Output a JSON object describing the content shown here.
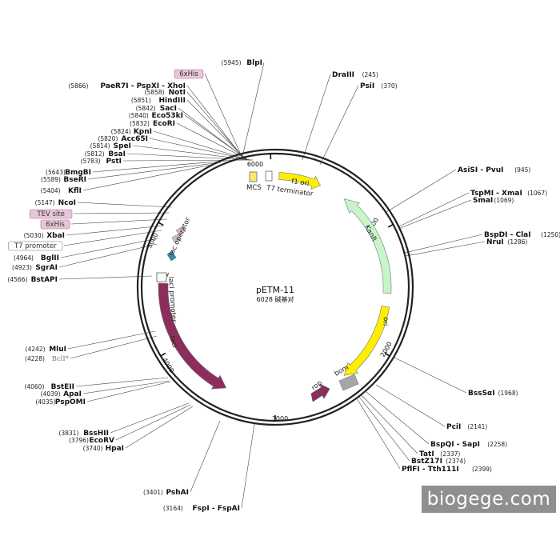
{
  "plasmid": {
    "name": "pETM-11",
    "size_label": "6028 碱基对"
  },
  "colors": {
    "backbone": "#222222",
    "f1_ori": "#ffee00",
    "ori": "#ffee00",
    "kanR": "#c8f5c8",
    "lacI": "#8c2e5c",
    "rop": "#8c2e5c",
    "bom": "#a6a6a6",
    "lac_operator": "#2e8fa0",
    "mcs": "#ffe870",
    "tag_bg": "#e7c6d8",
    "tag_border": "#b07090"
  },
  "ticks": [
    "1000",
    "2000",
    "3000",
    "4000",
    "5000",
    "6000"
  ],
  "features": {
    "f1_ori": "f1 ori",
    "kanR": "KanR",
    "ori": "ori",
    "lacI": "lacI",
    "lacI_promoter": "lacI promoter",
    "lac_operator": "lac operator",
    "rop": "rop",
    "bom": "bom",
    "mcs": "MCS",
    "t7_terminator": "T7 terminator"
  },
  "sites_left": [
    {
      "pos": "(5945)",
      "name": "BlpI"
    },
    {
      "tag": "6xHis"
    },
    {
      "pos": "(5866)",
      "name": "PaeR7I - PspXI - XhoI"
    },
    {
      "pos": "(5858)",
      "name": "NotI"
    },
    {
      "pos": "(5851)",
      "name": "HindIII"
    },
    {
      "pos": "(5842)",
      "name": "SacI"
    },
    {
      "pos": "(5840)",
      "name": "Eco53kI"
    },
    {
      "pos": "(5832)",
      "name": "EcoRI"
    },
    {
      "pos": "(5824)",
      "name": "KpnI"
    },
    {
      "pos": "(5820)",
      "name": "Acc65I"
    },
    {
      "pos": "(5814)",
      "name": "SpeI"
    },
    {
      "pos": "(5812)",
      "name": "BsaI"
    },
    {
      "pos": "(5783)",
      "name": "PstI"
    },
    {
      "pos": "(5643)",
      "name": "BmgBI"
    },
    {
      "pos": "(5589)",
      "name": "BseRI"
    },
    {
      "pos": "(5404)",
      "name": "KflI"
    },
    {
      "pos": "(5147)",
      "name": "NcoI"
    },
    {
      "tag": "TEV site"
    },
    {
      "tag": "6xHis"
    },
    {
      "pos": "(5030)",
      "name": "XbaI"
    },
    {
      "box": "T7 promoter"
    },
    {
      "pos": "(4964)",
      "name": "BglII"
    },
    {
      "pos": "(4923)",
      "name": "SgrAI"
    },
    {
      "pos": "(4566)",
      "name": "BstAPI"
    },
    {
      "pos": "(4242)",
      "name": "MluI"
    },
    {
      "pos": "(4228)",
      "dim": "BclI*"
    },
    {
      "pos": "(4060)",
      "name": "BstEII"
    },
    {
      "pos": "(4039)",
      "name": "ApaI"
    },
    {
      "pos": "(4035)",
      "name": "PspOMI"
    },
    {
      "pos": "(3831)",
      "name": "BssHII"
    },
    {
      "pos": "(3796)",
      "name": "EcoRV"
    },
    {
      "pos": "(3740)",
      "name": "HpaI"
    },
    {
      "pos": "(3401)",
      "name": "PshAI"
    },
    {
      "pos": "(3164)",
      "name": "FspI - FspAI"
    }
  ],
  "sites_right": [
    {
      "name": "DraIII",
      "pos": "(245)"
    },
    {
      "name": "PsiI",
      "pos": "(370)"
    },
    {
      "name": "AsiSI - PvuI",
      "pos": "(945)"
    },
    {
      "name": "TspMI - XmaI",
      "pos": "(1067)"
    },
    {
      "name": "SmaI",
      "pos": "(1069)"
    },
    {
      "name": "BspDI - ClaI",
      "pos": "(1250)"
    },
    {
      "name": "NruI",
      "pos": "(1286)"
    },
    {
      "name": "BssSαI",
      "pos": "(1968)"
    },
    {
      "name": "PciI",
      "pos": "(2141)"
    },
    {
      "name": "BspQI - SapI",
      "pos": "(2258)"
    },
    {
      "name": "TatI",
      "pos": "(2337)"
    },
    {
      "name": "BstZ17I",
      "pos": "(2374)"
    },
    {
      "name": "PflFI - Tth111I",
      "pos": "(2399)"
    }
  ],
  "watermark": "biogege.com"
}
